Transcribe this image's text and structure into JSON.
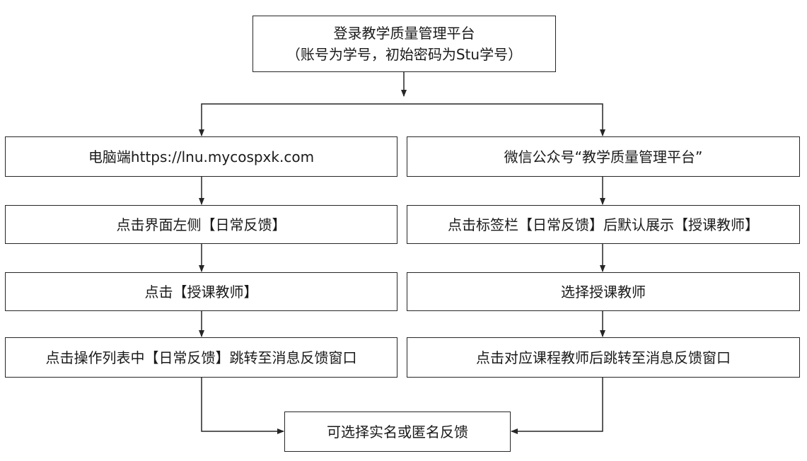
{
  "colors": {
    "line": "#262626",
    "box_border": "#262626",
    "text": "#1a1a1a",
    "background": "#ffffff"
  },
  "nodes": {
    "login": {
      "line1": "登录教学质量管理平台",
      "line2": "（账号为学号，初始密码为Stu学号）"
    },
    "pc": "电脑端https://lnu.mycospxk.com",
    "wechat": "微信公众号“教学质量管理平台”",
    "pc_step1": "点击界面左侧【日常反馈】",
    "wx_step1": "点击标签栏【日常反馈】后默认展示【授课教师】",
    "pc_step2": "点击【授课教师】",
    "wx_step2": "选择授课教师",
    "pc_step3": "点击操作列表中【日常反馈】跳转至消息反馈窗口",
    "wx_step3": "点击对应课程教师后跳转至消息反馈窗口",
    "final": "可选择实名或匿名反馈"
  }
}
